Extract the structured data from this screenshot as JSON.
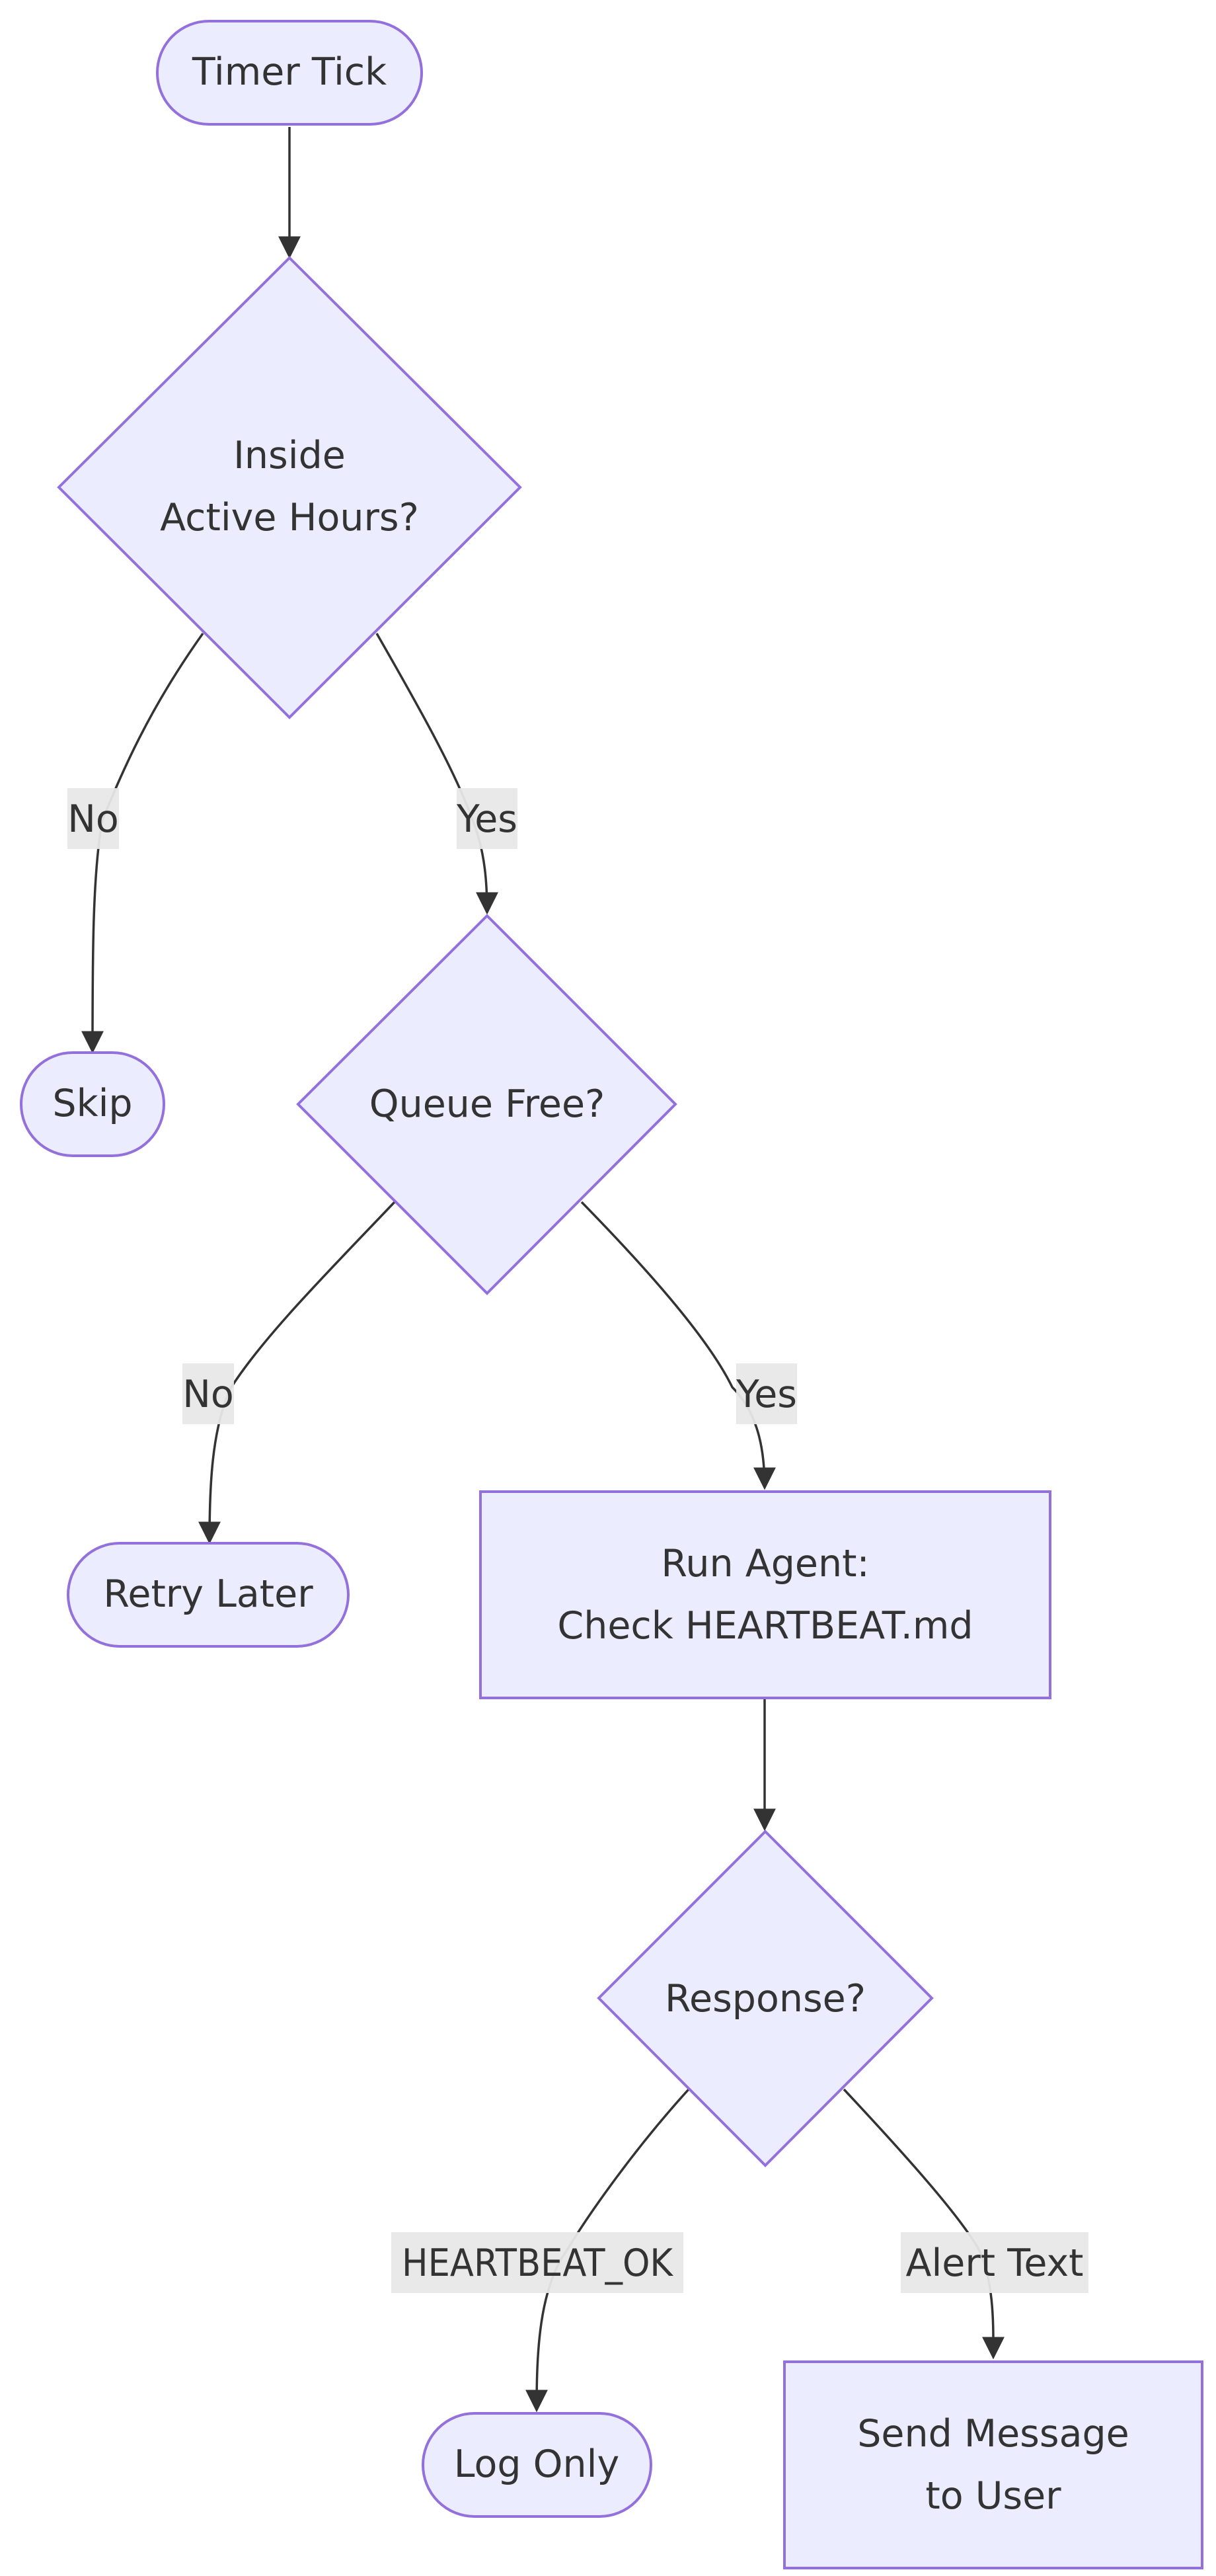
{
  "nodes": {
    "timer_tick": {
      "label": "Timer Tick",
      "shape": "stadium"
    },
    "active_hours": {
      "label_line1": "Inside",
      "label_line2": "Active Hours?",
      "shape": "diamond"
    },
    "skip": {
      "label": "Skip",
      "shape": "stadium"
    },
    "queue_free": {
      "label": "Queue Free?",
      "shape": "diamond"
    },
    "retry_later": {
      "label": "Retry Later",
      "shape": "stadium"
    },
    "run_agent": {
      "label_line1": "Run Agent:",
      "label_line2": "Check HEARTBEAT.md",
      "shape": "rectangle"
    },
    "response": {
      "label": "Response?",
      "shape": "diamond"
    },
    "log_only": {
      "label": "Log Only",
      "shape": "stadium"
    },
    "send_message": {
      "label_line1": "Send Message",
      "label_line2": "to User",
      "shape": "rectangle"
    }
  },
  "edges": {
    "active_no": {
      "from": "active_hours",
      "to": "skip",
      "label": "No"
    },
    "active_yes": {
      "from": "active_hours",
      "to": "queue_free",
      "label": "Yes"
    },
    "queue_no": {
      "from": "queue_free",
      "to": "retry_later",
      "label": "No"
    },
    "queue_yes": {
      "from": "queue_free",
      "to": "run_agent",
      "label": "Yes"
    },
    "resp_ok": {
      "from": "response",
      "to": "log_only",
      "label": "HEARTBEAT_OK"
    },
    "resp_alert": {
      "from": "response",
      "to": "send_message",
      "label": "Alert Text"
    },
    "timer_to_active": {
      "from": "timer_tick",
      "to": "active_hours"
    },
    "agent_to_response": {
      "from": "run_agent",
      "to": "response"
    }
  },
  "colors": {
    "node_fill": "#ECECFF",
    "node_stroke": "#9370DB",
    "edge": "#333333",
    "edge_label_bg": "#e8e8e8",
    "text": "#333333"
  }
}
